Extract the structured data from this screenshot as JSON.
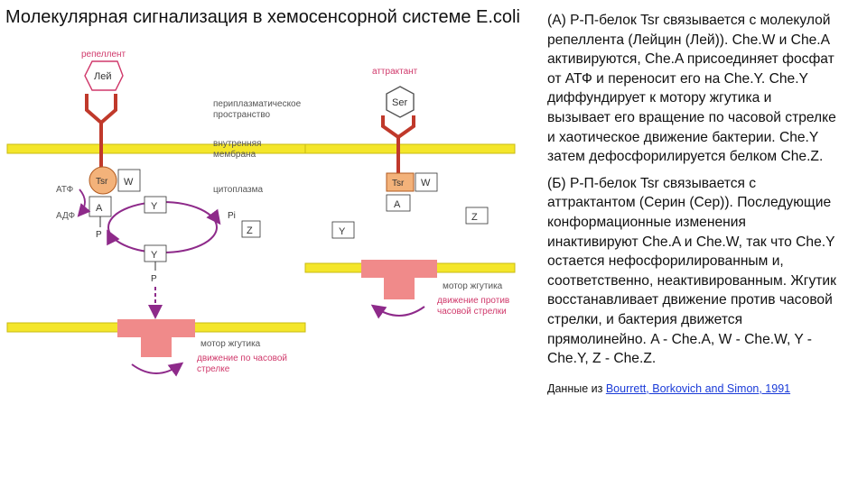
{
  "title": "Молекулярная сигнализация в хемосенсорной системе E.coli",
  "colors": {
    "membrane": "#f4e62a",
    "membrane_edge": "#c9bb12",
    "receptor": "#c0392b",
    "tsr_box": "#f3b27a",
    "motor": "#f08a8a",
    "arrows": "#8e2a8a",
    "label_pink": "#d0396b",
    "label_gray": "#555555"
  },
  "diagram": {
    "repellent_label": "репеллент",
    "leu": "Лей",
    "attractant_label": "аттрактант",
    "ser": "Ser",
    "periplasm": "периплазматическое пространство",
    "inner_membrane": "внутренняя мембрана",
    "cytoplasm": "цитоплазма",
    "tsr": "Tsr",
    "w": "W",
    "a": "A",
    "y": "Y",
    "z": "Z",
    "p": "P",
    "pi": "Pi",
    "atp": "АТФ",
    "adp": "АДФ",
    "motor_a": "мотор жгутика",
    "motion_a": "движение по часовой стрелке",
    "motor_b": "мотор жгутика",
    "motion_b": "движение против часовой стрелки"
  },
  "panel": {
    "para_a_label": "(А)",
    "para_a": " Р-П-белок Tsr связывается с молекулой репеллента (Лейцин (Лей)). Che.W и Che.A активируются, Che.A присоединяет фосфат от АТФ и переносит его на Che.Y. Che.Y диффундирует к мотору жгутика и вызывает его вращение по часовой стрелке и хаотическое движение бактерии. Che.Y затем дефосфорилируется белком Che.Z.",
    "para_b_label": "(Б)",
    "para_b": " Р-П-белок Tsr связывается с аттрактантом (Серин (Сер)). Последующие конформационные изменения инактивируют Che.A и Che.W, так что Che.Y остается нефосфорилированным и, соответственно, неактивированным. Жгутик восстанавливает движение против часовой стрелки, и бактерия движется прямолинейно. A - Che.A, W - Che.W, Y - Che.Y, Z - Che.Z.",
    "source_prefix": "Данные из ",
    "source_link": "Bourrett, Borkovich and Simon, 1991"
  }
}
